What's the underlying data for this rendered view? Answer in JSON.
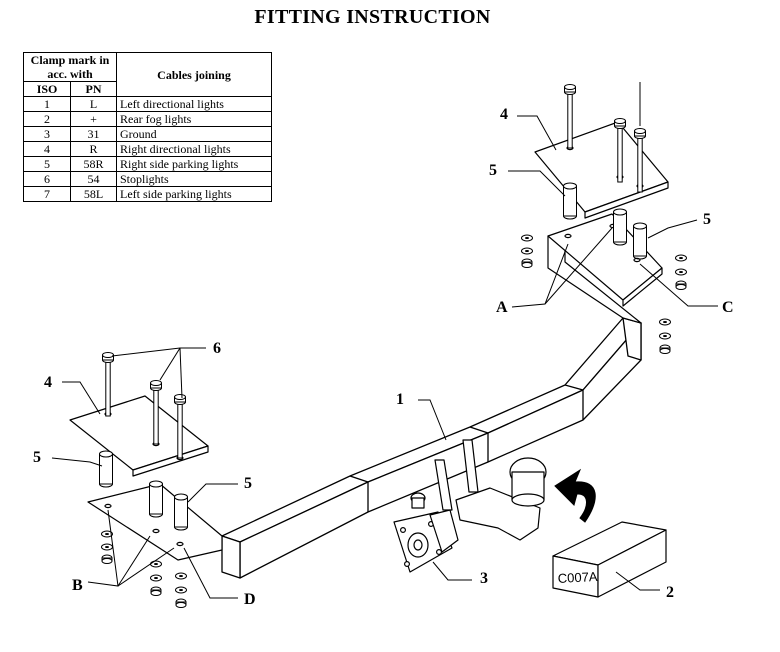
{
  "title": "FITTING INSTRUCTION",
  "table": {
    "header_clamp": "Clamp mark in acc. with",
    "header_cables": "Cables joining",
    "header_iso": "ISO",
    "header_pn": "PN",
    "rows": [
      {
        "iso": "1",
        "pn": "L",
        "desc": "Left directional lights"
      },
      {
        "iso": "2",
        "pn": "+",
        "desc": "Rear fog lights"
      },
      {
        "iso": "3",
        "pn": "31",
        "desc": "Ground"
      },
      {
        "iso": "4",
        "pn": "R",
        "desc": "Right directional lights"
      },
      {
        "iso": "5",
        "pn": "58R",
        "desc": "Right side parking lights"
      },
      {
        "iso": "6",
        "pn": "54",
        "desc": "Stoplights"
      },
      {
        "iso": "7",
        "pn": "58L",
        "desc": "Left side parking lights"
      }
    ]
  },
  "callouts": {
    "n1": "1",
    "n2": "2",
    "n3": "3",
    "n4_right": "4",
    "n4_left": "4",
    "n5_right_top": "5",
    "n5_right_side": "5",
    "n5_left_top": "5",
    "n5_left_side": "5",
    "n6": "6",
    "a": "A",
    "b": "B",
    "c": "C",
    "d": "D"
  },
  "box_code": "C007A"
}
